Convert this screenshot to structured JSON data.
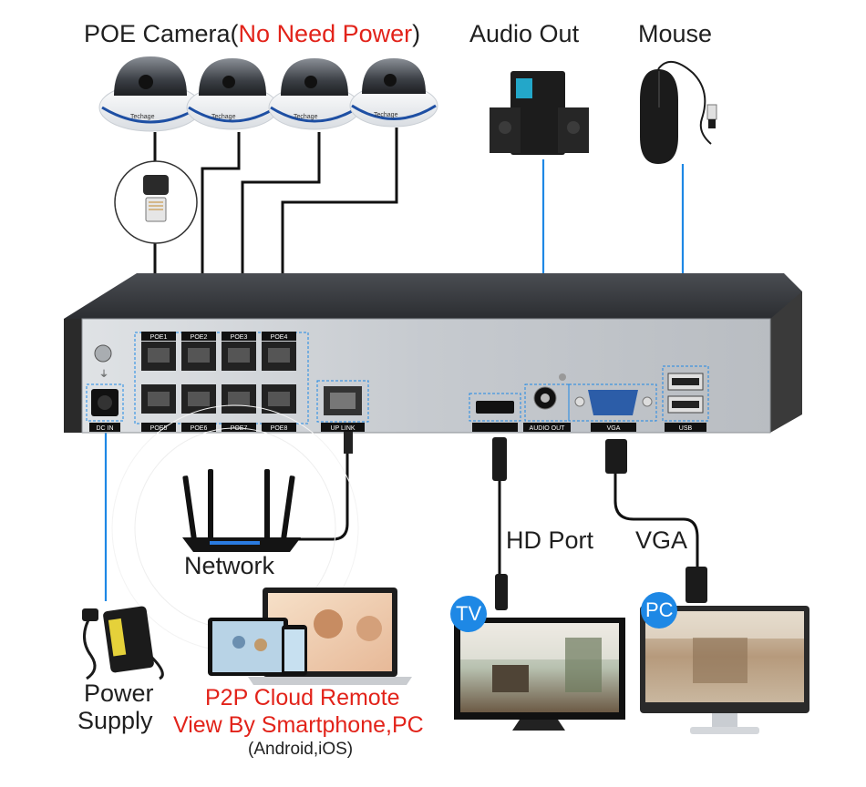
{
  "labels": {
    "poe_camera_prefix": "POE Camera(",
    "poe_camera_red": "No Need Power",
    "poe_camera_suffix": ")",
    "audio_out": "Audio Out",
    "mouse": "Mouse",
    "network": "Network",
    "hd_port": "HD Port",
    "vga": "VGA",
    "power_supply_line1": "Power",
    "power_supply_line2": "Supply",
    "p2p_line1": "P2P Cloud Remote",
    "p2p_line2": "View By Smartphone,PC",
    "p2p_line3": "(Android,iOS)",
    "tv_badge": "TV",
    "pc_badge": "PC"
  },
  "nvr_ports": {
    "poe_top": [
      "POE1",
      "POE2",
      "POE3",
      "POE4"
    ],
    "poe_bottom": [
      "POE5",
      "POE6",
      "POE7",
      "POE8"
    ],
    "dc_in": "DC IN",
    "uplink": "UP LINK",
    "audio_out": "AUDIO OUT",
    "vga": "VGA",
    "usb": "USB",
    "hdmi": ""
  },
  "camera_brand": "Techage",
  "colors": {
    "accent_blue": "#1e88e5",
    "red": "#e2231a",
    "nvr_body": "#2b2b2b",
    "nvr_panel": "#cfd3d6"
  }
}
